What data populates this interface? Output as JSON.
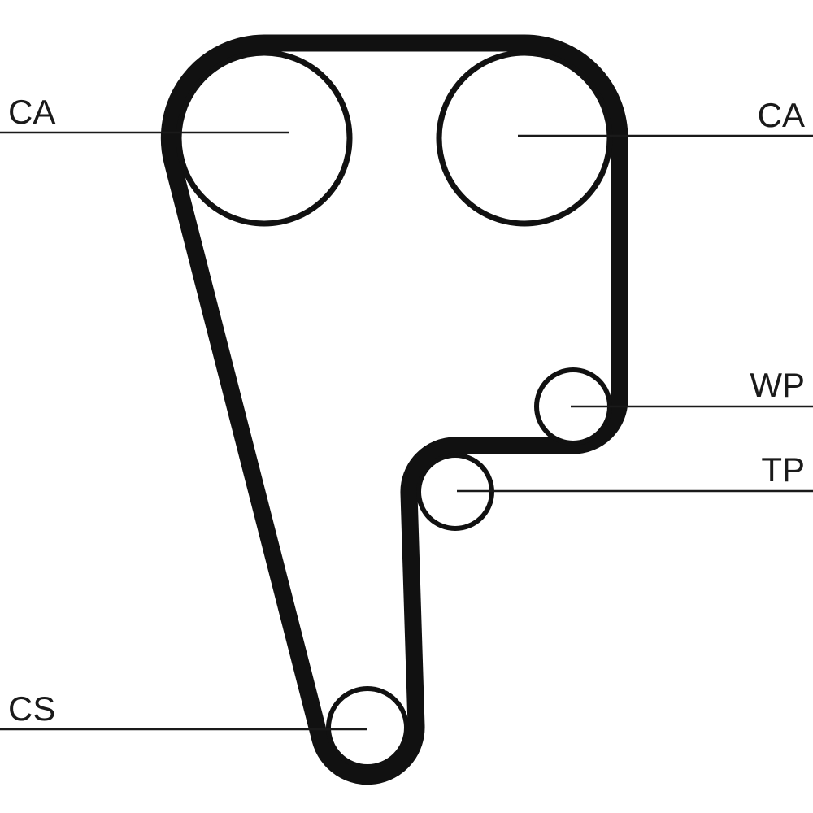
{
  "diagram": {
    "type": "timing-belt-routing-diagram",
    "labels": [
      {
        "id": "ca-left",
        "text": "CA"
      },
      {
        "id": "ca-right",
        "text": "CA"
      },
      {
        "id": "wp",
        "text": "WP"
      },
      {
        "id": "tp",
        "text": "TP"
      },
      {
        "id": "cs",
        "text": "CS"
      }
    ],
    "colors": {
      "belt": "#111111",
      "pulley_outline": "#111111",
      "leader_line": "#1a1a1a",
      "text": "#1a1a1a",
      "background": "#ffffff"
    }
  }
}
